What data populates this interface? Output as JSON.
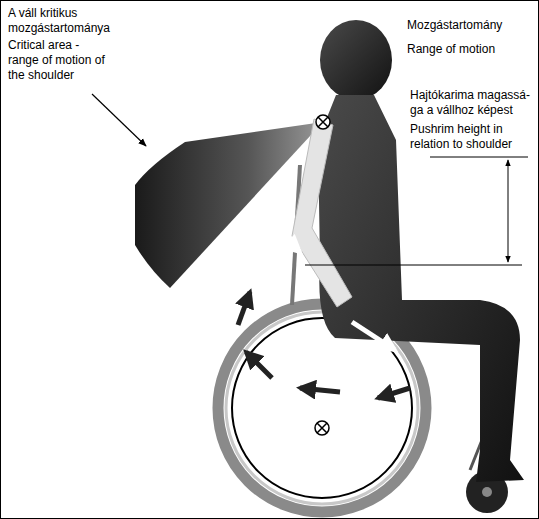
{
  "diagram": {
    "labels": [
      "A váll kritikus mozgástartománya",
      "Critical area - range of motion of the shoulder",
      "Mozgástartomány",
      "Range of motion",
      "Hajtókarima magassá- ga a vállhoz képest",
      "Pushrim height in relation to shoulder"
    ]
  }
}
